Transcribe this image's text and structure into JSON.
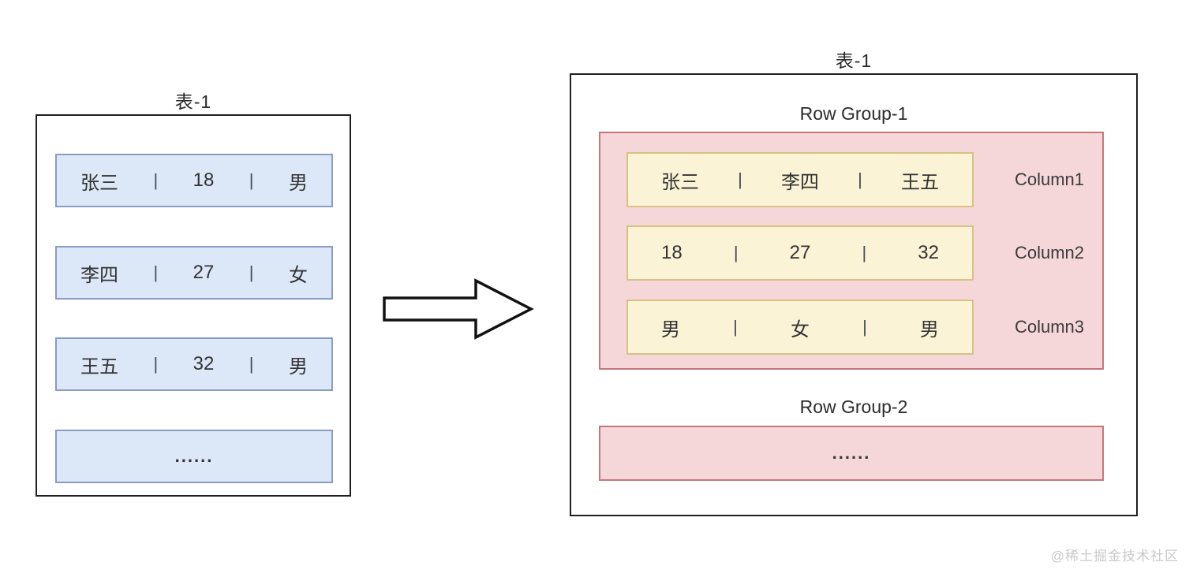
{
  "separator": "|",
  "left_table": {
    "title": "表-1",
    "rows": [
      {
        "cells": [
          "张三",
          "18",
          "男"
        ]
      },
      {
        "cells": [
          "李四",
          "27",
          "女"
        ]
      },
      {
        "cells": [
          "王五",
          "32",
          "男"
        ]
      }
    ],
    "ellipsis_row": "......"
  },
  "right_table": {
    "title": "表-1",
    "row_groups": [
      {
        "label": "Row Group-1",
        "columns": [
          {
            "cells": [
              "张三",
              "李四",
              "王五"
            ],
            "label": "Column1"
          },
          {
            "cells": [
              "18",
              "27",
              "32"
            ],
            "label": "Column2"
          },
          {
            "cells": [
              "男",
              "女",
              "男"
            ],
            "label": "Column3"
          }
        ]
      },
      {
        "label": "Row Group-2",
        "ellipsis_row": "......"
      }
    ]
  },
  "watermark": "@稀土掘金技术社区",
  "colors": {
    "row_fill_blue": "#dce8f8",
    "row_border_blue": "#8a9cc2",
    "group_fill_pink": "#f6d7d9",
    "group_border_pink": "#c4767c",
    "column_fill_yellow": "#fbf3d6",
    "column_border_yellow": "#d8c185",
    "outer_border": "#1f1f1f",
    "text": "#333333",
    "watermark": "#c9c9c9"
  }
}
